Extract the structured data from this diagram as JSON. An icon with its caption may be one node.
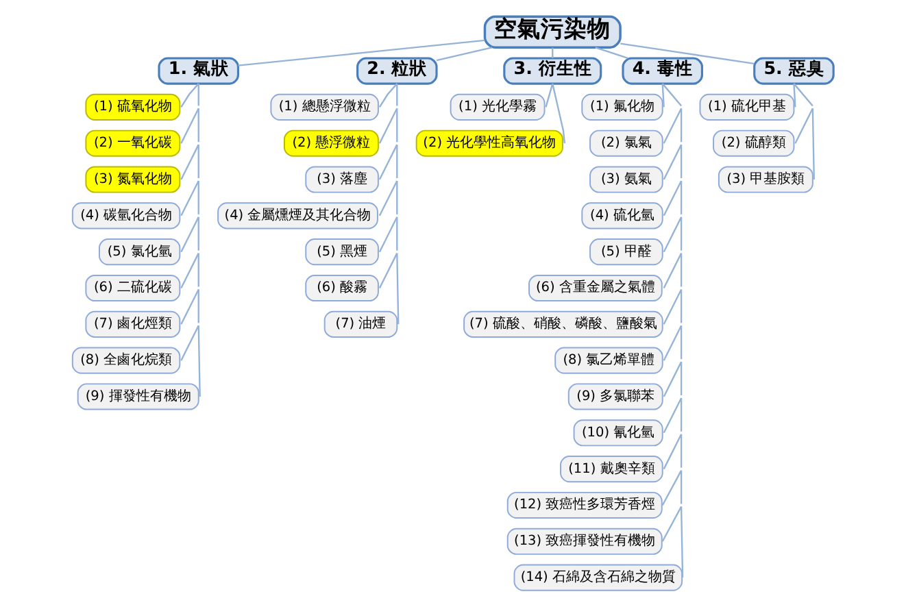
{
  "diagram": {
    "nodes": [
      {
        "text": [
          "空氣污染物"
        ]
      },
      {
        "text": [
          "1. 氣狀"
        ]
      },
      {
        "text": [
          "2. 粒狀"
        ]
      },
      {
        "text": [
          "3. 衍生性"
        ]
      },
      {
        "text": [
          "4. 毒性"
        ]
      },
      {
        "text": [
          "5. 惡臭"
        ]
      },
      {
        "text": [
          "(1) 硫氧化物"
        ]
      },
      {
        "text": [
          "(2) 一氧化碳"
        ]
      },
      {
        "text": [
          "(3) 氮氧化物"
        ]
      },
      {
        "text": [
          "(4) 碳氫化合物"
        ]
      },
      {
        "text": [
          "(5) 氯化氫"
        ]
      },
      {
        "text": [
          "(6) 二硫化碳"
        ]
      },
      {
        "text": [
          "(7) 鹵化烴類"
        ]
      },
      {
        "text": [
          "(8) 全鹵化烷類"
        ]
      },
      {
        "text": [
          "(9) 揮發性有機物"
        ]
      },
      {
        "text": [
          "(1) 總懸浮微粒"
        ]
      },
      {
        "text": [
          "(2) 懸浮微粒"
        ]
      },
      {
        "text": [
          "(3) 落塵"
        ]
      },
      {
        "text": [
          "(4) 金屬燻煙及其化合物"
        ]
      },
      {
        "text": [
          "(5) 黑煙"
        ]
      },
      {
        "text": [
          "(6) 酸霧"
        ]
      },
      {
        "text": [
          "(7) 油煙"
        ]
      },
      {
        "text": [
          "(1) 光化學霧"
        ]
      },
      {
        "text": [
          "(2) 光化學性高氧化物"
        ]
      },
      {
        "text": [
          "(1) 氟化物"
        ]
      },
      {
        "text": [
          "(2) 氯氣"
        ]
      },
      {
        "text": [
          "(3) 氨氣"
        ]
      },
      {
        "text": [
          "(4) 硫化氫"
        ]
      },
      {
        "text": [
          "(5) 甲醛"
        ]
      },
      {
        "text": [
          "(6) 含重金屬之氣體"
        ]
      },
      {
        "text": [
          "(7) 硫酸、硝酸、磷酸、鹽酸氣"
        ]
      },
      {
        "text": [
          "(8) 氯乙烯單體"
        ]
      },
      {
        "text": [
          "(9) 多氯聯苯"
        ]
      },
      {
        "text": [
          "(10) 氰化氫"
        ]
      },
      {
        "text": [
          "(11) 戴奧辛類"
        ]
      },
      {
        "text": [
          "(12) 致癌性多環芳香烴"
        ]
      },
      {
        "text": [
          "(13) 致癌揮發性有機物"
        ]
      },
      {
        "text": [
          "(14) 石綿及含石綿之物質"
        ]
      },
      {
        "text": [
          "(1) 硫化甲基"
        ]
      },
      {
        "text": [
          "(2) 硫醇類"
        ]
      },
      {
        "text": [
          "(3) 甲基胺類"
        ]
      }
    ],
    "edges": [
      {
        "from": 0,
        "to": 1,
        "arrow": "none"
      },
      {
        "from": 0,
        "to": 2,
        "arrow": "none"
      },
      {
        "from": 0,
        "to": 3,
        "arrow": "none"
      },
      {
        "from": 0,
        "to": 4,
        "arrow": "none"
      },
      {
        "from": 0,
        "to": 5,
        "arrow": "none"
      },
      {
        "from": 1,
        "to": 6,
        "arrow": "none"
      },
      {
        "from": 1,
        "to": 7,
        "arrow": "none"
      },
      {
        "from": 1,
        "to": 8,
        "arrow": "none"
      },
      {
        "from": 1,
        "to": 9,
        "arrow": "none"
      },
      {
        "from": 1,
        "to": 10,
        "arrow": "none"
      },
      {
        "from": 1,
        "to": 11,
        "arrow": "none"
      },
      {
        "from": 1,
        "to": 12,
        "arrow": "none"
      },
      {
        "from": 1,
        "to": 13,
        "arrow": "none"
      },
      {
        "from": 1,
        "to": 14,
        "arrow": "none"
      },
      {
        "from": 2,
        "to": 15,
        "arrow": "none"
      },
      {
        "from": 2,
        "to": 16,
        "arrow": "none"
      },
      {
        "from": 2,
        "to": 17,
        "arrow": "none"
      },
      {
        "from": 2,
        "to": 18,
        "arrow": "none"
      },
      {
        "from": 2,
        "to": 19,
        "arrow": "none"
      },
      {
        "from": 2,
        "to": 20,
        "arrow": "none"
      },
      {
        "from": 2,
        "to": 21,
        "arrow": "none"
      },
      {
        "from": 3,
        "to": 22,
        "arrow": "none"
      },
      {
        "from": 3,
        "to": 23,
        "arrow": "none"
      },
      {
        "from": 4,
        "to": 24,
        "arrow": "none"
      },
      {
        "from": 4,
        "to": 25,
        "arrow": "none"
      },
      {
        "from": 4,
        "to": 26,
        "arrow": "none"
      },
      {
        "from": 4,
        "to": 27,
        "arrow": "none"
      },
      {
        "from": 4,
        "to": 28,
        "arrow": "none"
      },
      {
        "from": 4,
        "to": 29,
        "arrow": "none"
      },
      {
        "from": 4,
        "to": 30,
        "arrow": "none"
      },
      {
        "from": 4,
        "to": 31,
        "arrow": "none"
      },
      {
        "from": 4,
        "to": 32,
        "arrow": "none"
      },
      {
        "from": 4,
        "to": 33,
        "arrow": "none"
      },
      {
        "from": 4,
        "to": 34,
        "arrow": "none"
      },
      {
        "from": 4,
        "to": 35,
        "arrow": "none"
      },
      {
        "from": 4,
        "to": 36,
        "arrow": "none"
      },
      {
        "from": 4,
        "to": 37,
        "arrow": "none"
      },
      {
        "from": 5,
        "to": 38,
        "arrow": "none"
      },
      {
        "from": 5,
        "to": 39,
        "arrow": "none"
      },
      {
        "from": 5,
        "to": 40,
        "arrow": "none"
      }
    ]
  }
}
